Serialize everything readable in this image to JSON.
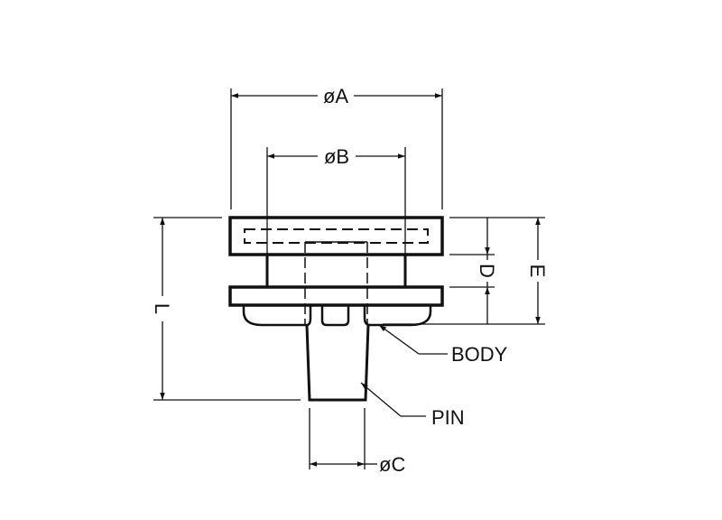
{
  "labels": {
    "dim_a": "øA",
    "dim_b": "øB",
    "dim_c": "øC",
    "dim_d": "D",
    "dim_e": "E",
    "dim_l": "L",
    "body": "BODY",
    "pin": "PIN"
  },
  "colors": {
    "line": "#111111",
    "background": "#ffffff"
  }
}
